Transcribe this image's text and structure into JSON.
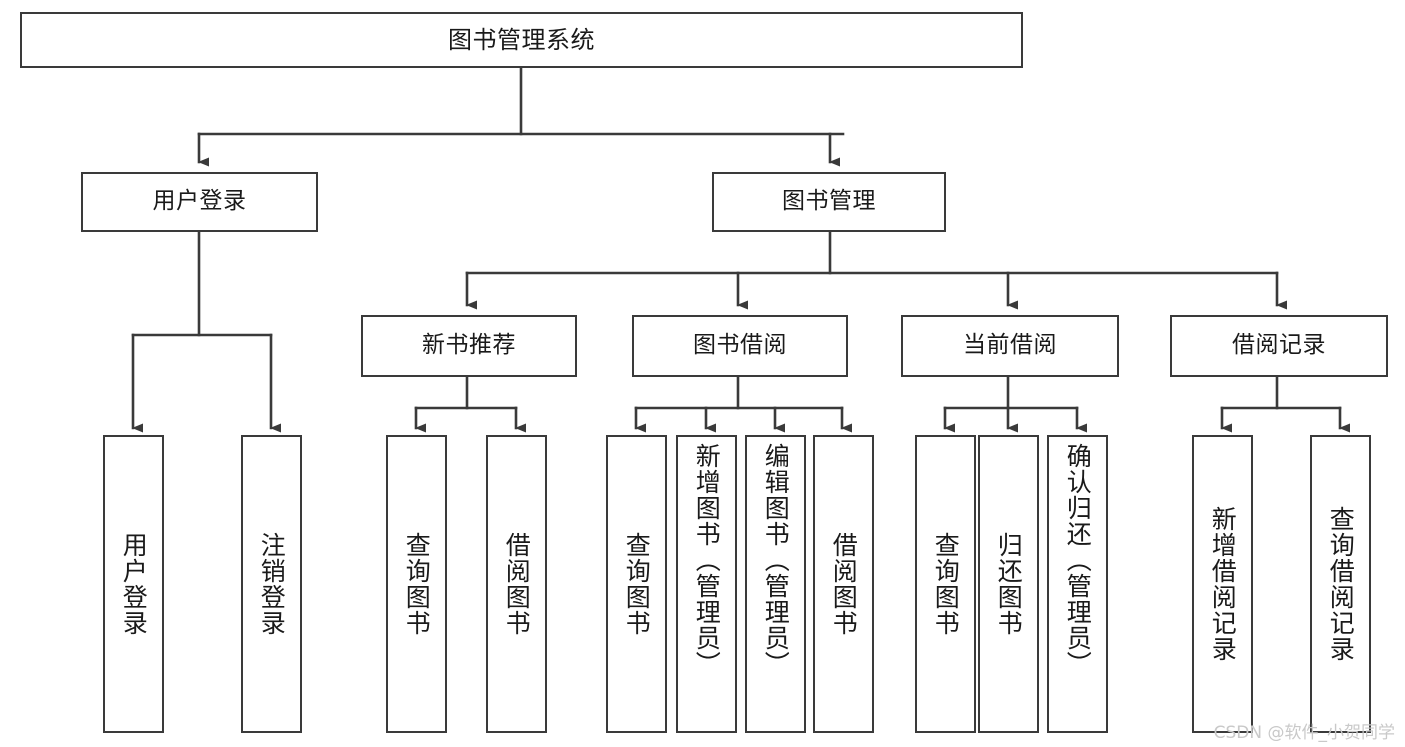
{
  "diagram": {
    "title": "图书管理系统",
    "watermark": "CSDN @软件_小贺同学",
    "line_color": "#3a3a3a",
    "box_fill": "#ffffff",
    "text_color": "#1a1a1a",
    "watermark_color": "#c9c9c9",
    "root": {
      "label": "图书管理系统"
    },
    "level1": [
      {
        "label": "用户登录"
      },
      {
        "label": "图书管理"
      }
    ],
    "level2": [
      {
        "label": "新书推荐"
      },
      {
        "label": "图书借阅"
      },
      {
        "label": "当前借阅"
      },
      {
        "label": "借阅记录"
      }
    ],
    "leaves": {
      "user_login": [
        {
          "label": "用户登录"
        },
        {
          "label": "注销登录"
        }
      ],
      "new_book": [
        {
          "label": "查询图书"
        },
        {
          "label": "借阅图书"
        }
      ],
      "book_borrow": [
        {
          "label": "查询图书"
        },
        {
          "label": "新增图书（管理员）"
        },
        {
          "label": "编辑图书（管理员）"
        },
        {
          "label": "借阅图书"
        }
      ],
      "current_borrow": [
        {
          "label": "查询图书"
        },
        {
          "label": "归还图书"
        },
        {
          "label": "确认归还（管理员）"
        }
      ],
      "borrow_record": [
        {
          "label": "新增借阅记录"
        },
        {
          "label": "查询借阅记录"
        }
      ]
    }
  }
}
